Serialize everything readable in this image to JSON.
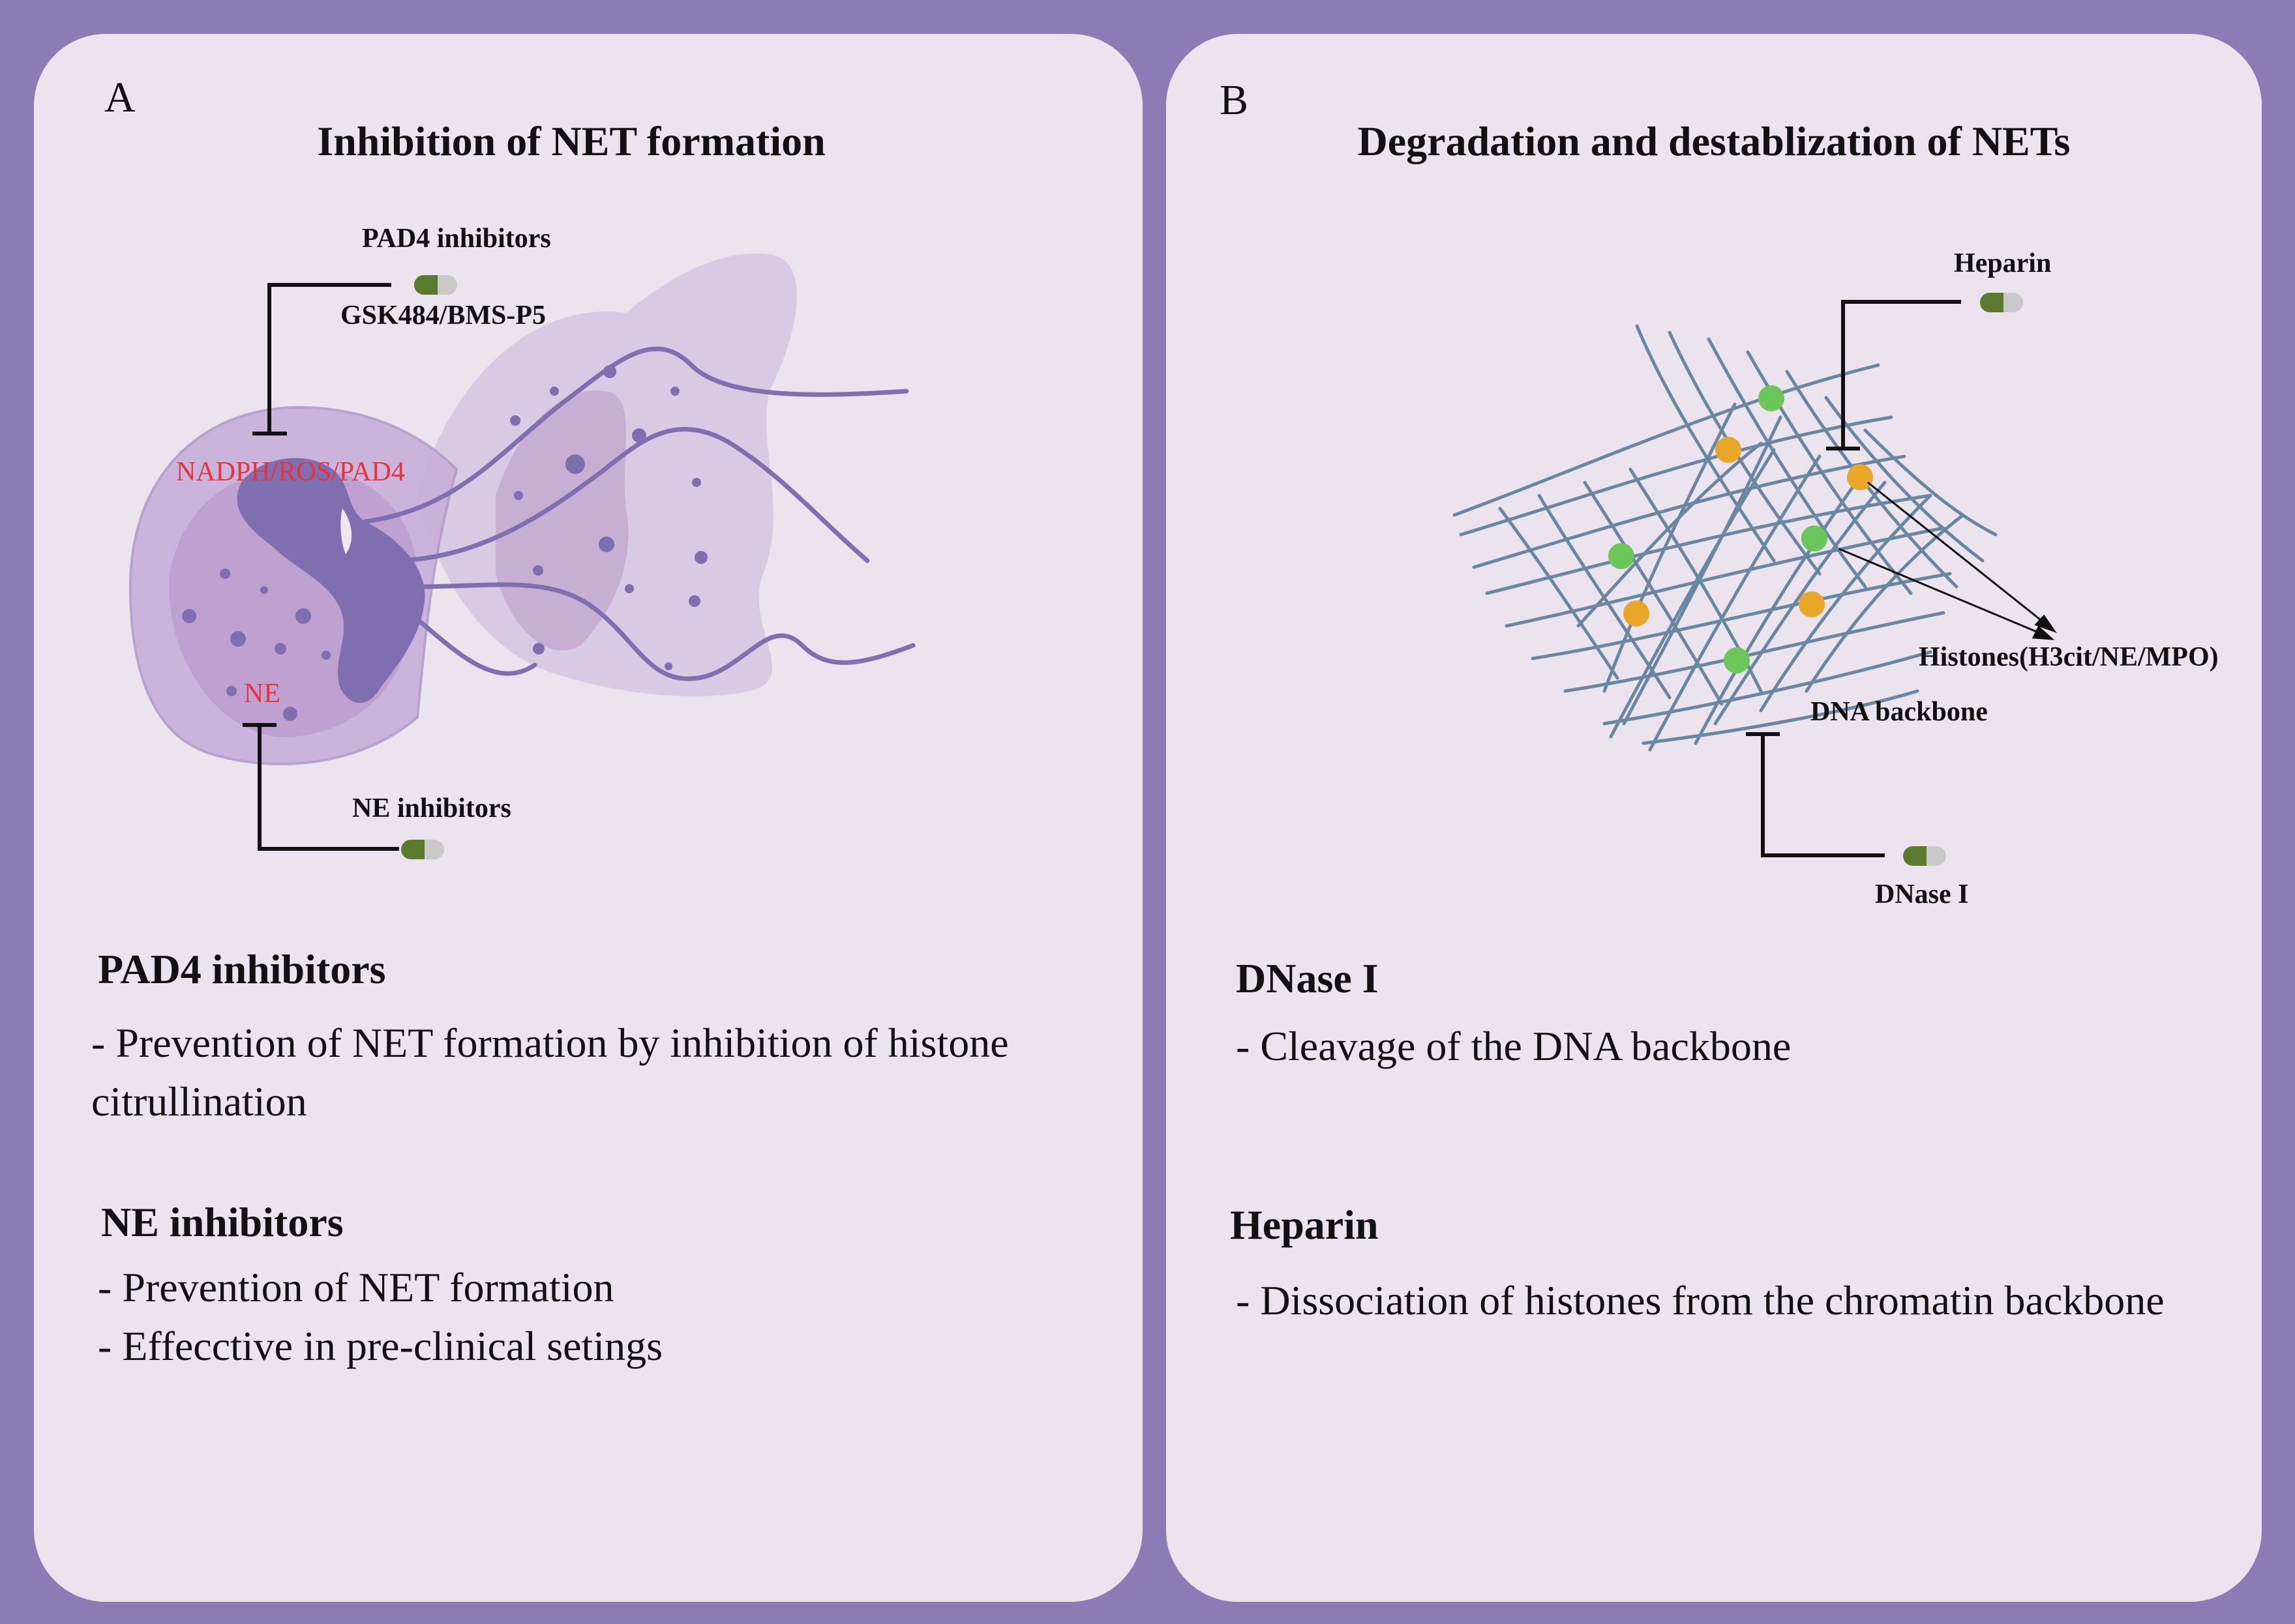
{
  "colors": {
    "frame": "#8a7db5",
    "panel": "#ebe3ee",
    "inhibitor_red": "#e8323c",
    "cell_purple": "#7f6fb1",
    "dna_strand": "#5b7e98",
    "histone_green": "#6cc65a",
    "histone_orange": "#e9a72a",
    "pill_green": "#5c7a2e",
    "pill_grey": "#c9c9c9"
  },
  "panel_a": {
    "letter": "A",
    "title": "Inhibition of NET formation",
    "pad4_label": "PAD4 inhibitors",
    "gsk_label": "GSK484/BMS-P5",
    "pathway_label": "NADPH/ROS/PAD4",
    "ne_label": "NE",
    "ne_inhibitors_label": "NE inhibitors",
    "pad4_heading": "PAD4 inhibitors",
    "pad4_desc_line1": "- Prevention of NET formation by inhibition of histone",
    "pad4_desc_line2": "citrullination",
    "ne_heading": "NE inhibitors",
    "ne_desc_line1": "- Prevention of NET formation",
    "ne_desc_line2": "- Effecctive in pre-clinical setings"
  },
  "panel_b": {
    "letter": "B",
    "title": "Degradation and destablization of  NETs",
    "heparin_label": "Heparin",
    "histones_label": "Histones(H3cit/NE/MPO)",
    "dna_backbone_label": "DNA backbone",
    "dnase_label": "DNase I",
    "dnase_heading": "DNase I",
    "dnase_desc": "- Cleavage of the DNA backbone",
    "heparin_heading": "Heparin",
    "heparin_desc": "- Dissociation of histones from the chromatin backbone"
  }
}
